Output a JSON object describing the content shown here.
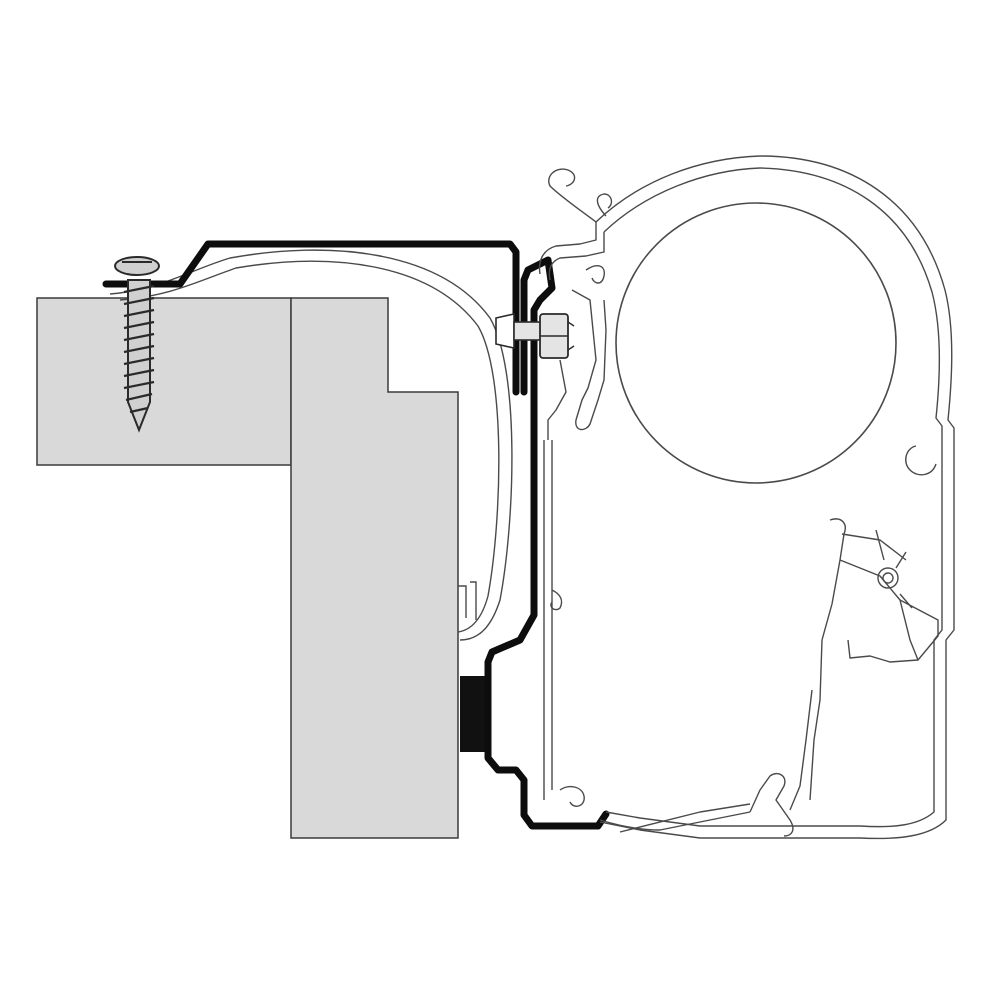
{
  "colors": {
    "background": "#ffffff",
    "wall_fill": "#d9d9d9",
    "outline": "#3a3a3a",
    "profile_outline": "#4a4a4a",
    "profile_inner": "#ffffff",
    "bracket": "#0d0d0d",
    "pad": "#111111",
    "screw_fill": "#d0d0d0",
    "nut_fill": "#e4e4e4"
  },
  "components": [
    "wall-section",
    "adapter-bracket",
    "screw",
    "bolt",
    "rubber-pad",
    "awning-cassette-profile",
    "fabric-roller"
  ]
}
